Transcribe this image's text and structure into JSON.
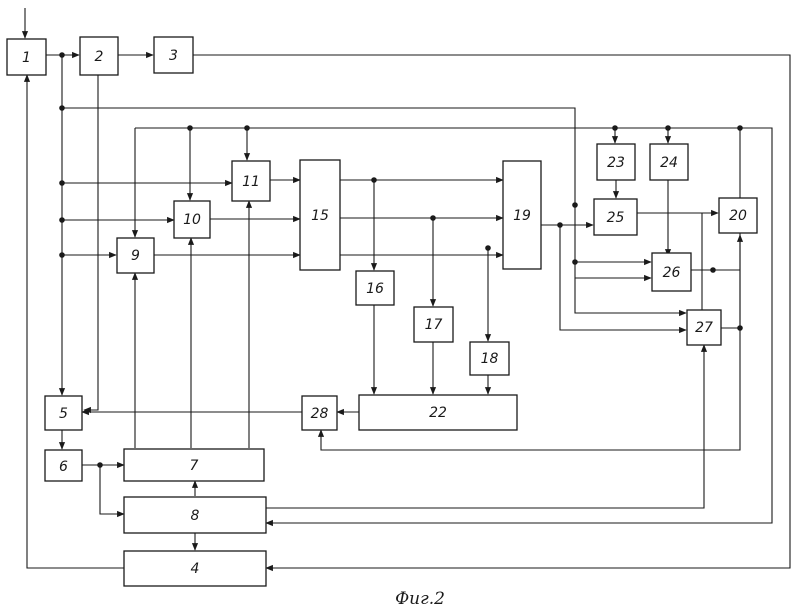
{
  "diagram": {
    "caption": "Фиг.2",
    "blocks": {
      "b1": "1",
      "b2": "2",
      "b3": "3",
      "b4": "4",
      "b5": "5",
      "b6": "6",
      "b7": "7",
      "b8": "8",
      "b9": "9",
      "b10": "10",
      "b11": "11",
      "b15": "15",
      "b16": "16",
      "b17": "17",
      "b18": "18",
      "b19": "19",
      "b20": "20",
      "b22": "22",
      "b23": "23",
      "b24": "24",
      "b25": "25",
      "b26": "26",
      "b27": "27",
      "b28": "28"
    }
  }
}
